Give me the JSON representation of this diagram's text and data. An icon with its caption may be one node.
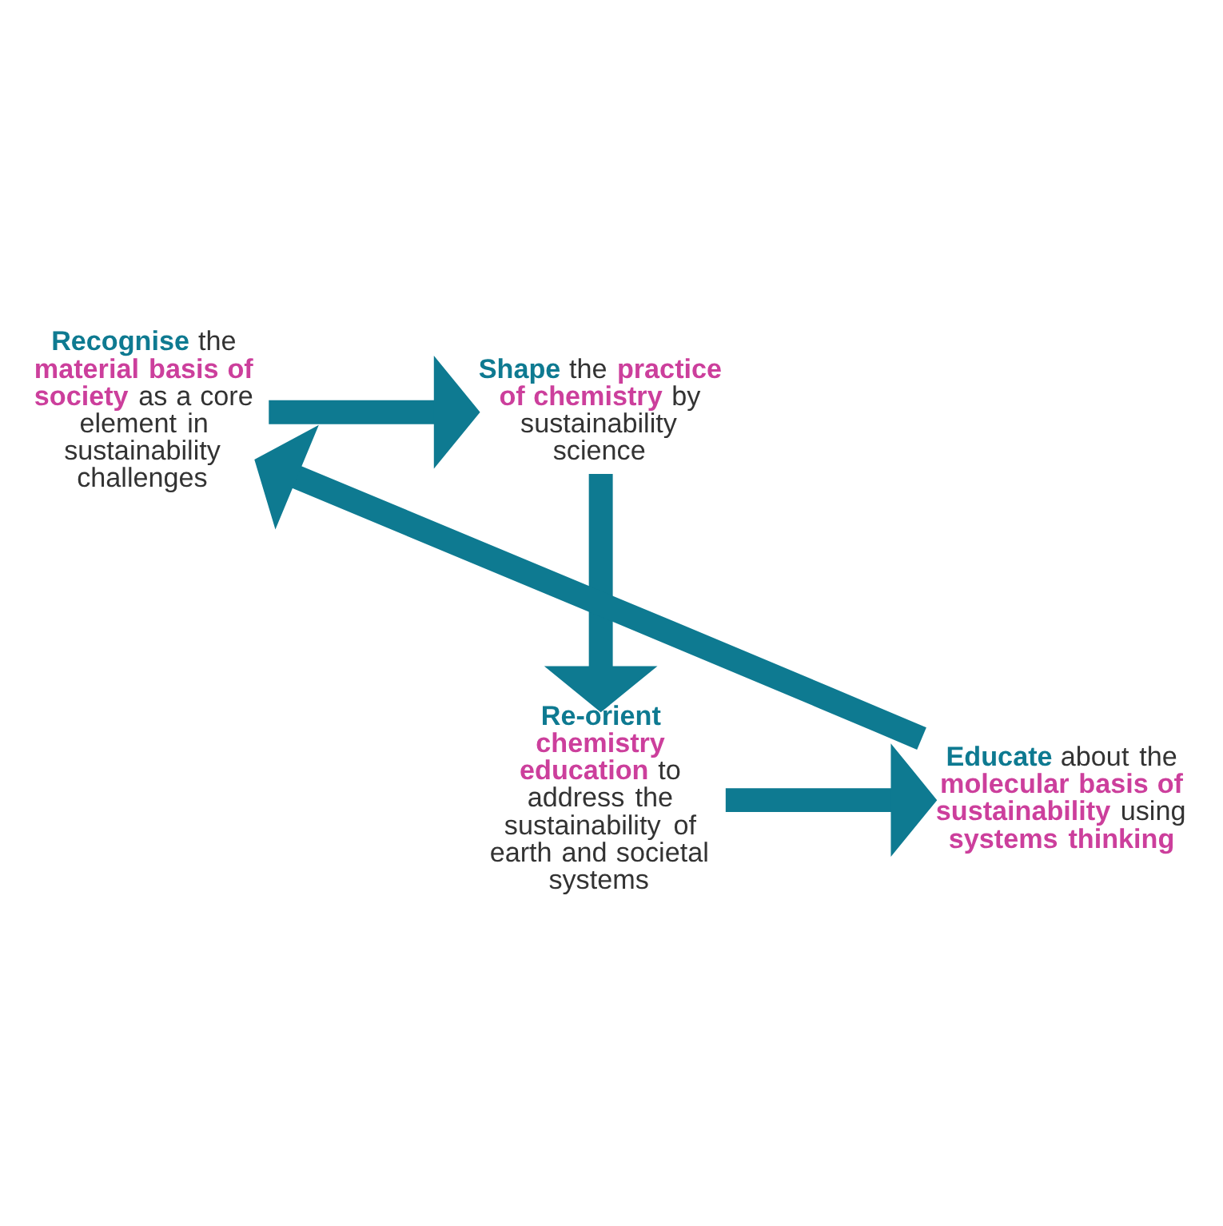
{
  "diagram": {
    "nodes": [
      {
        "text": [
          "**Recognise** the **material basis of society** as a core element in sustainability challenges"
        ]
      },
      {
        "text": [
          "**Shape** the **practice of chemistry** by sustainability science"
        ]
      },
      {
        "text": [
          "**Re-orient** **chemistry education** to address the sustainability of earth and societal systems"
        ]
      },
      {
        "text": [
          "**Educate** about the **molecular basis of sustainability** using **systems thinking**"
        ]
      }
    ],
    "edges": [
      {
        "from": 0,
        "to": 1,
        "arrow": "to"
      },
      {
        "from": 1,
        "to": 2,
        "arrow": "to"
      },
      {
        "from": 2,
        "to": 3,
        "arrow": "to"
      },
      {
        "from": 3,
        "to": 0,
        "arrow": "to"
      }
    ]
  }
}
